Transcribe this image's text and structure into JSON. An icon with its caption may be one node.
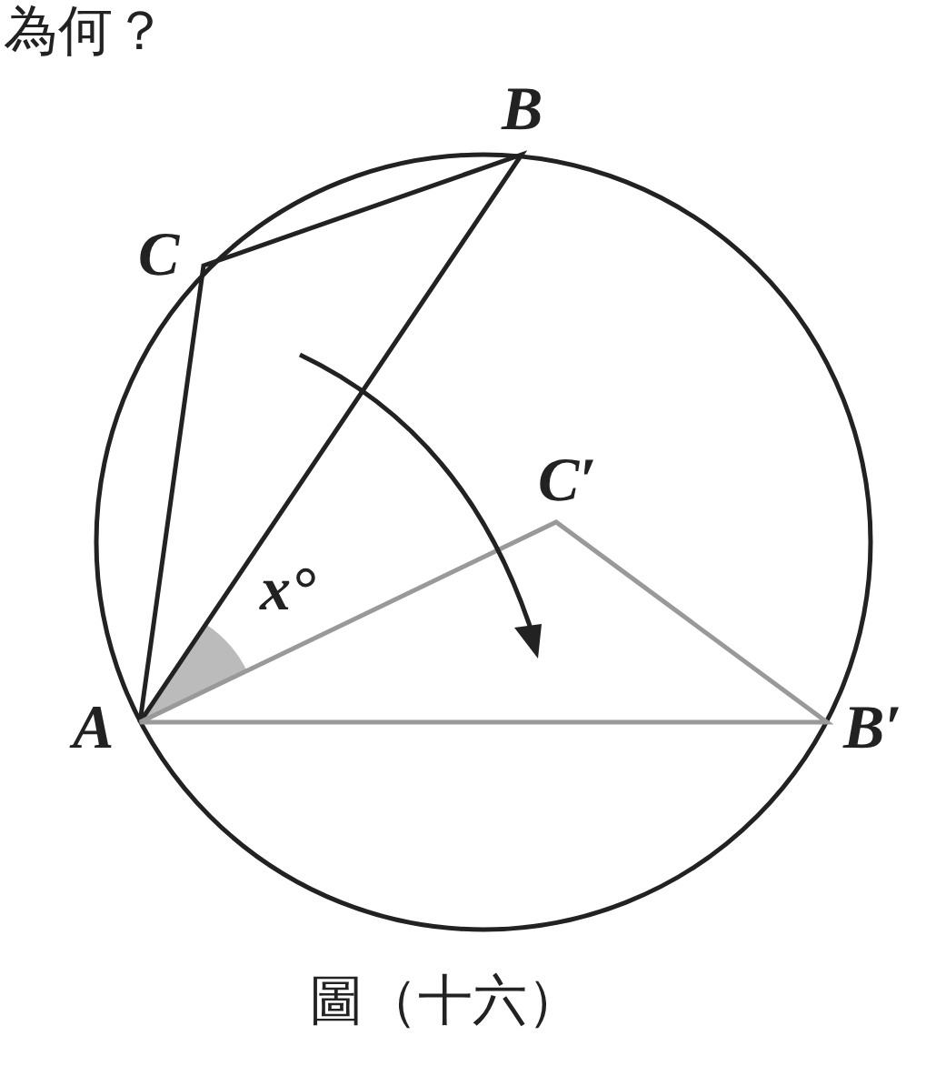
{
  "diagram": {
    "caption": "圖（十六）",
    "labels": [
      "為何？",
      "B",
      "C",
      "C′",
      "x°",
      "A",
      "B′"
    ]
  }
}
